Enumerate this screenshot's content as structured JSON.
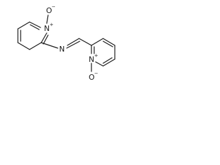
{
  "molecule": {
    "atoms": {
      "n_left": "N",
      "n_left_charge": "+",
      "o_left": "O",
      "o_left_charge": "−",
      "n_imine": "N",
      "n_right": "N",
      "n_right_charge": "+",
      "o_right": "O",
      "o_right_charge": "−"
    }
  }
}
